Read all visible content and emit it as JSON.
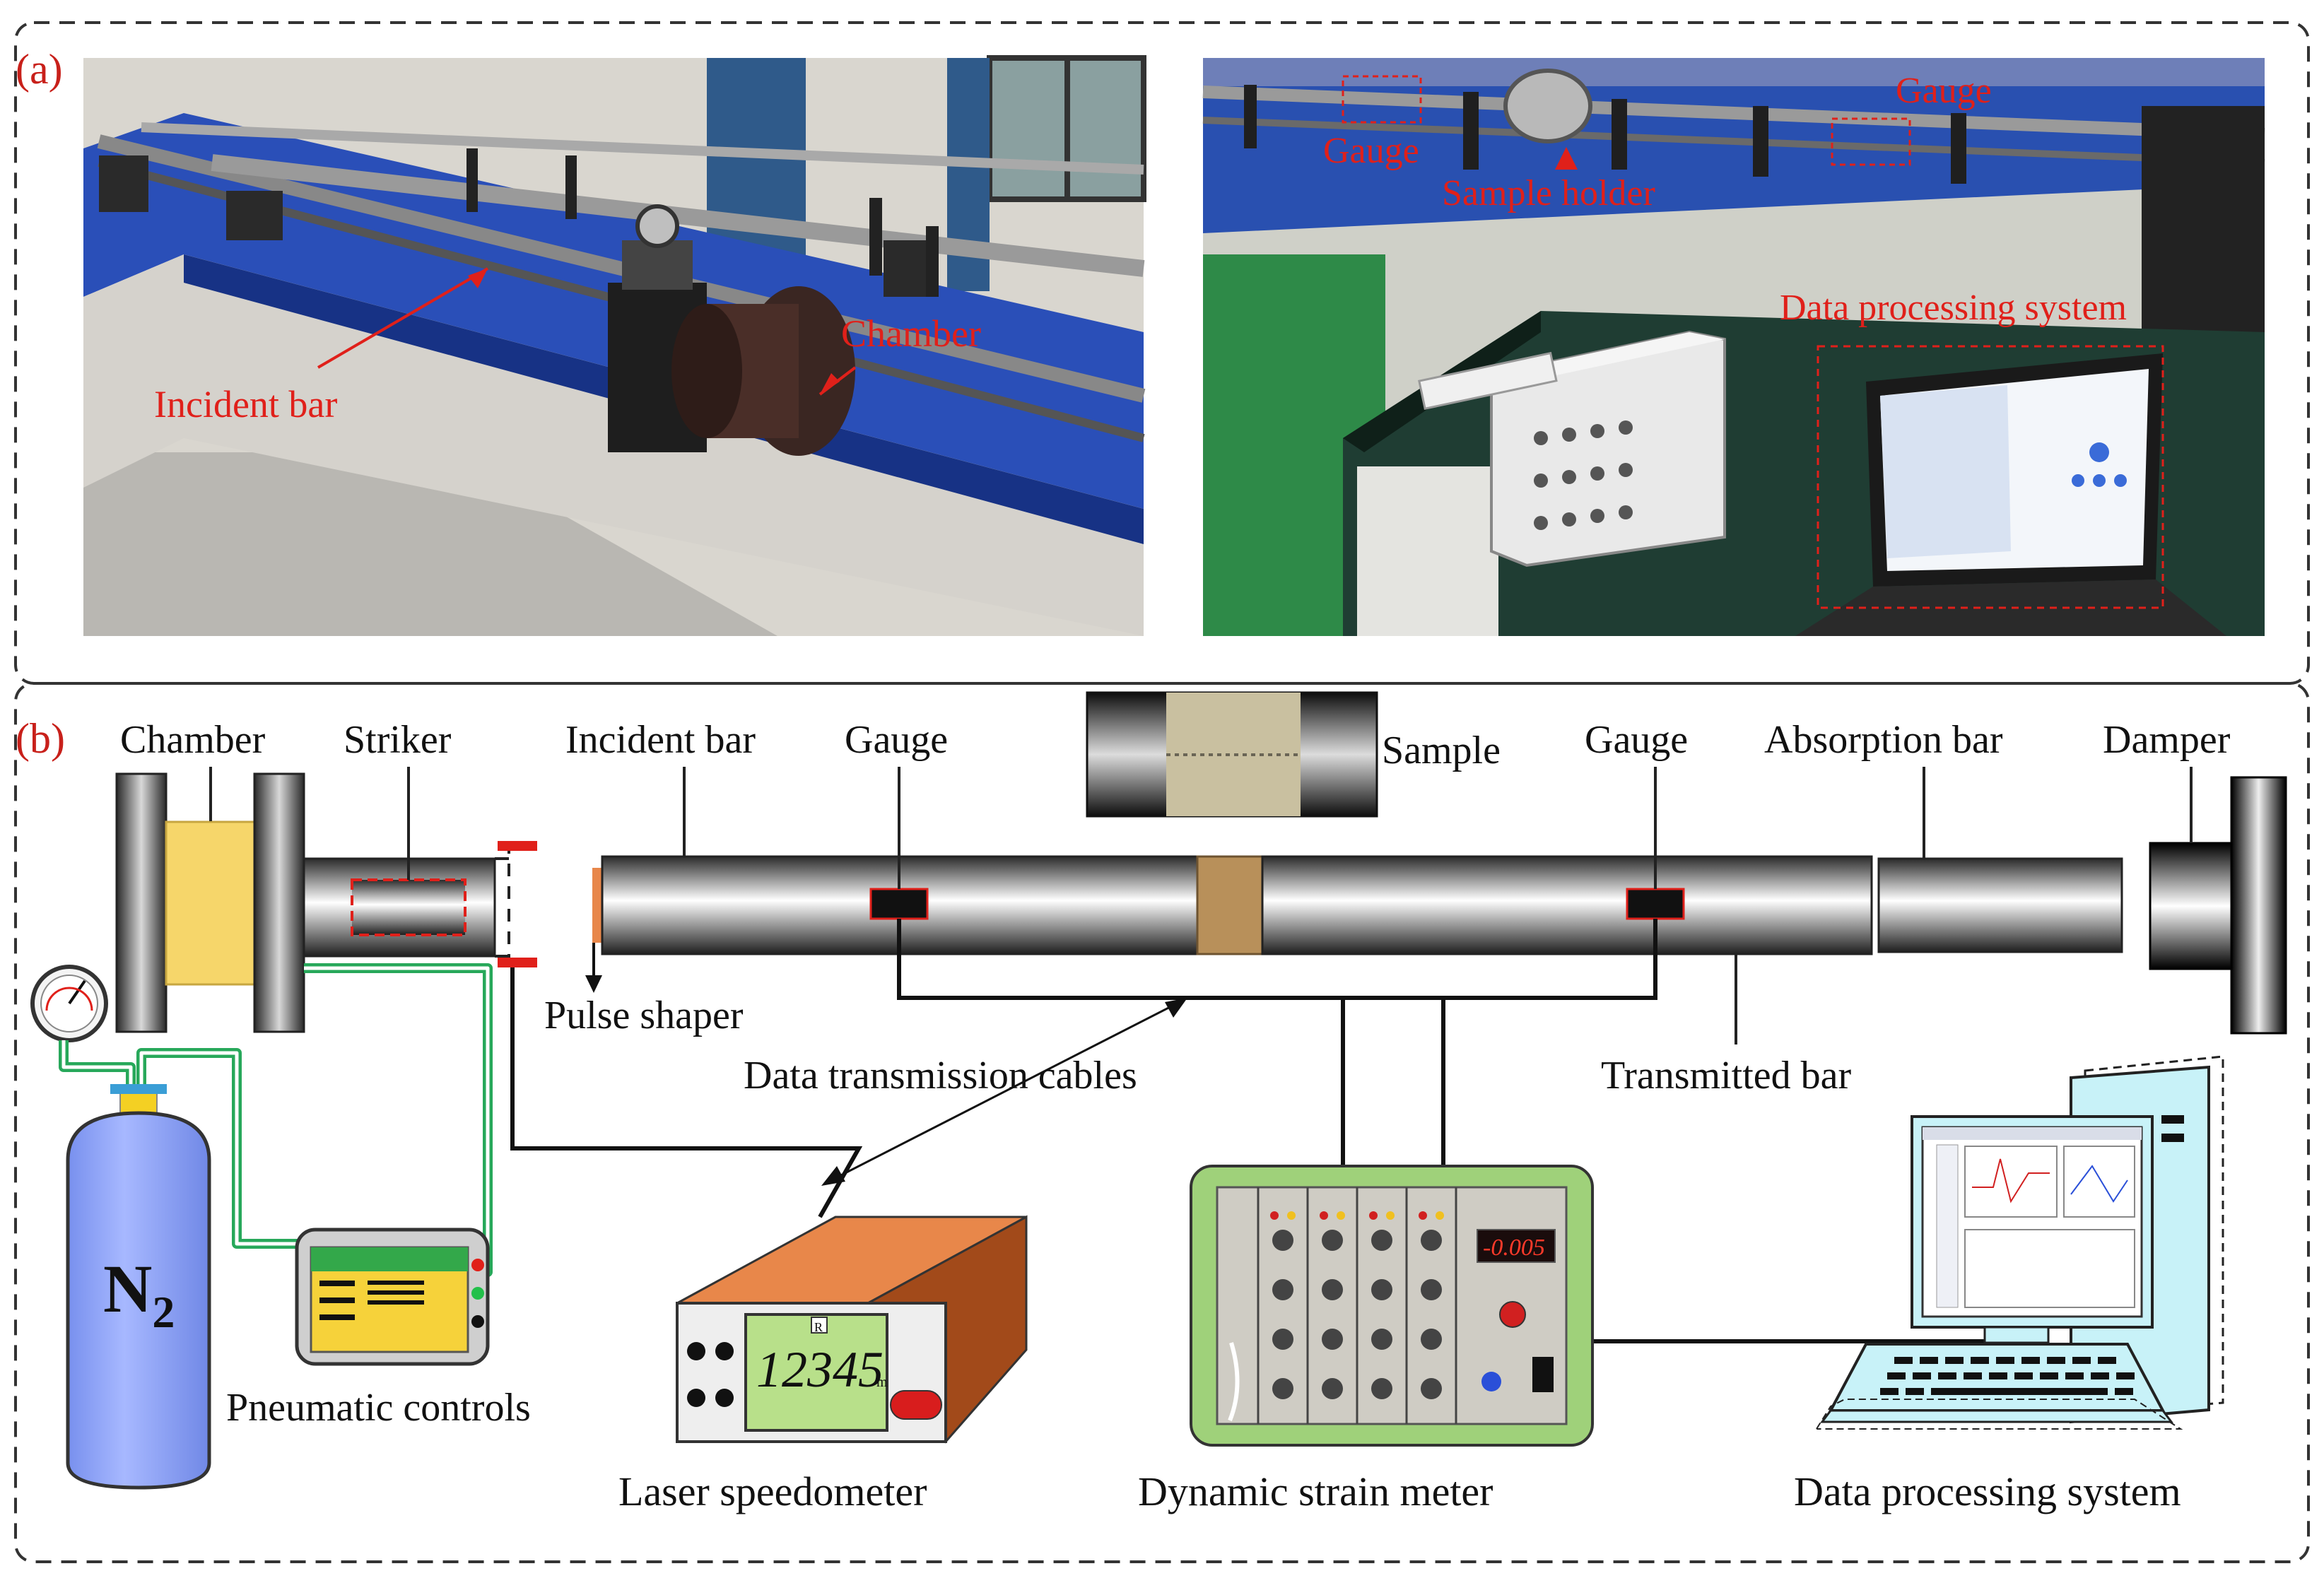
{
  "panel_a": {
    "tag": "(a)",
    "photo_left_labels": {
      "incident_bar": "Incident bar",
      "chamber": "Chamber"
    },
    "photo_right_labels": {
      "gauge_left": "Gauge",
      "gauge_right": "Gauge",
      "sample_holder": "Sample holder",
      "data_processing": "Data processing system"
    }
  },
  "panel_b": {
    "tag": "(b)",
    "labels": {
      "chamber": "Chamber",
      "striker": "Striker",
      "incident_bar": "Incident bar",
      "gauge_left": "Gauge",
      "sample": "Sample",
      "gauge_right": "Gauge",
      "absorption_bar": "Absorption bar",
      "damper": "Damper",
      "pulse_shaper": "Pulse shaper",
      "data_cables": "Data transmission cables",
      "transmitted_bar": "Transmitted bar",
      "pneumatic": "Pneumatic controls",
      "laser": "Laser speedometer",
      "strain_meter": "Dynamic strain meter",
      "data_system": "Data processing system",
      "gas": "N",
      "gas_sub": "2",
      "laser_display": "12345",
      "laser_unit": "m",
      "laser_badge": "R",
      "strain_display": "-0.005"
    }
  },
  "colors": {
    "annotation_red": "#e0201a",
    "gas_bottle": "#8fa6ff",
    "pipe_green": "#27a85a",
    "laser_orange": "#e8874a",
    "lcd_green": "#b8e08a",
    "strain_frame": "#9fd17a",
    "monitor_cyan": "#c8f2f8",
    "sample_tan": "#b8905a",
    "chamber_yellow": "#f6d66a"
  }
}
